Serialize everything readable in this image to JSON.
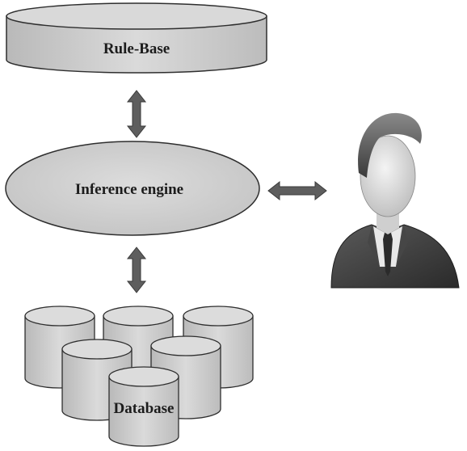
{
  "diagram": {
    "rule_base": {
      "label": "Rule-Base"
    },
    "inference_engine": {
      "label": "Inference engine"
    },
    "database": {
      "label": "Database"
    },
    "user": {
      "icon": "user-businessman-icon"
    },
    "connectors": [
      {
        "from": "rule_base",
        "to": "inference_engine",
        "direction": "both"
      },
      {
        "from": "inference_engine",
        "to": "user",
        "direction": "both"
      },
      {
        "from": "inference_engine",
        "to": "database",
        "direction": "both"
      }
    ]
  },
  "colors": {
    "shape_fill": "#cfcfcf",
    "shape_stroke": "#2e2e2e",
    "arrow_fill": "#5e5e5e",
    "suit": "#3c3c3c",
    "face": "#e6e6e6"
  }
}
